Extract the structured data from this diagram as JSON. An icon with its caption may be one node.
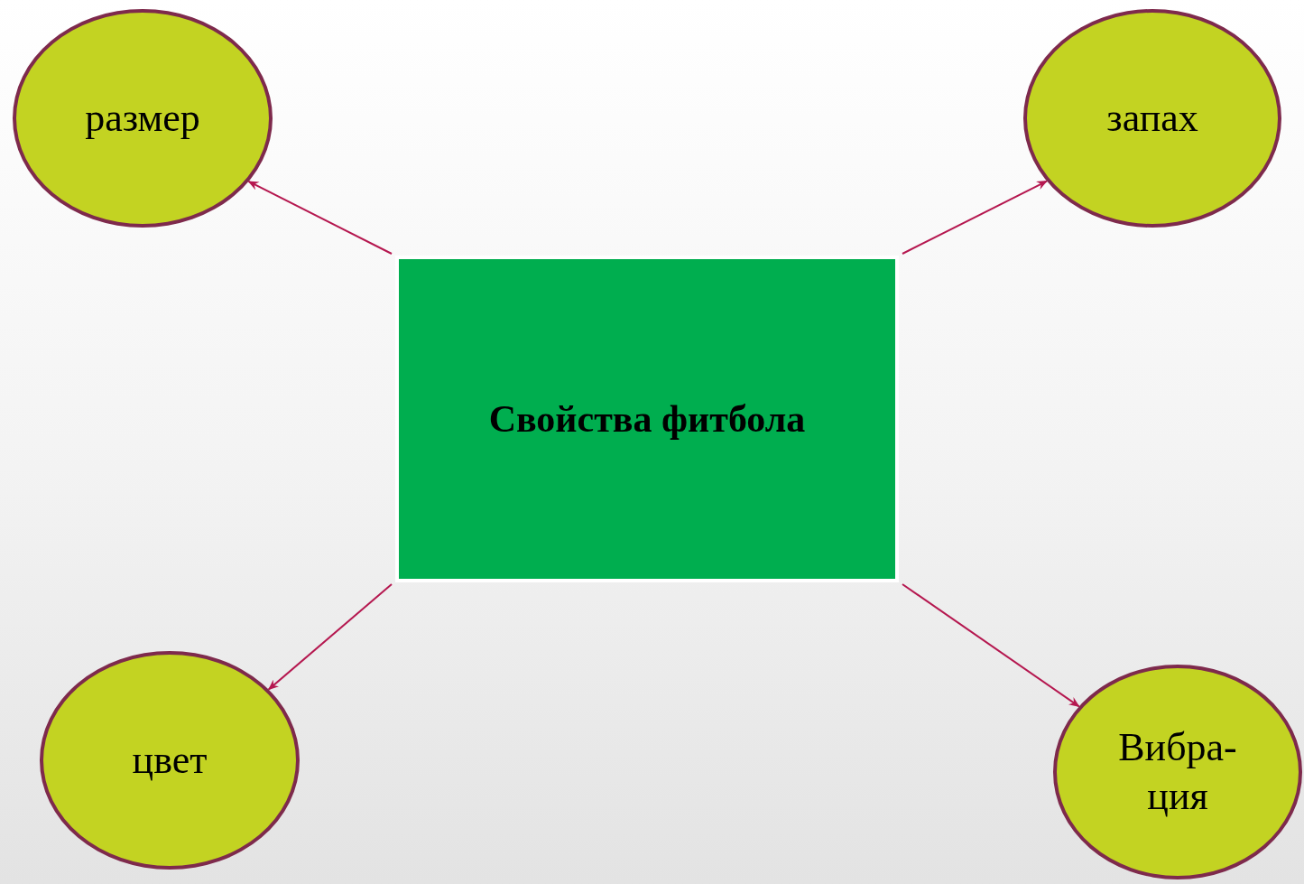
{
  "diagram": {
    "nodes": [
      {
        "text": [
          "Свойства фитбола"
        ]
      },
      {
        "text": [
          "размер"
        ]
      },
      {
        "text": [
          "запах"
        ]
      },
      {
        "text": [
          "цвет"
        ]
      },
      {
        "text": [
          "Вибра- ция"
        ]
      }
    ],
    "edges": [
      {
        "from": 0,
        "to": 1,
        "arrow": "to"
      },
      {
        "from": 0,
        "to": 2,
        "arrow": "to"
      },
      {
        "from": 0,
        "to": 3,
        "arrow": "to"
      },
      {
        "from": 0,
        "to": 4,
        "arrow": "to"
      }
    ]
  }
}
